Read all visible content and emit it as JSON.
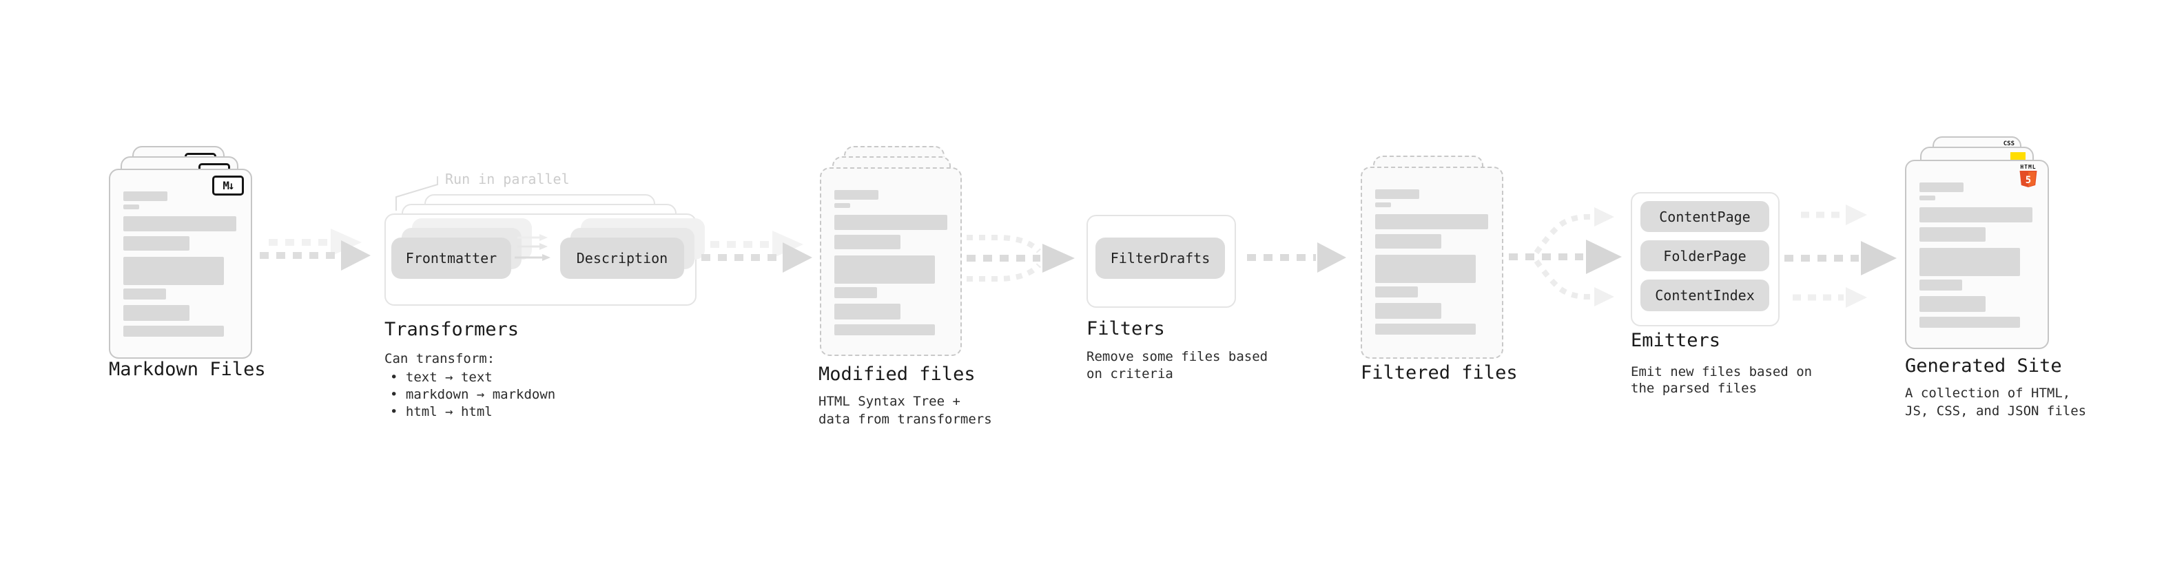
{
  "diagram": {
    "stages": {
      "markdown_files": {
        "title": "Markdown Files"
      },
      "transformers": {
        "title": "Transformers",
        "annotation": "Run in parallel",
        "box1": "Frontmatter",
        "box2": "Description",
        "subtitle": "Can transform:",
        "bullet1": "• text → text",
        "bullet2": "• markdown → markdown",
        "bullet3": "• html → html"
      },
      "modified_files": {
        "title": "Modified files",
        "subtitle": "HTML Syntax Tree +\ndata from transformers"
      },
      "filters": {
        "title": "Filters",
        "box1": "FilterDrafts",
        "subtitle": "Remove some files based\non criteria"
      },
      "filtered_files": {
        "title": "Filtered files"
      },
      "emitters": {
        "title": "Emitters",
        "box1": "ContentPage",
        "box2": "FolderPage",
        "box3": "ContentIndex",
        "subtitle": "Emit new files based on\nthe parsed files"
      },
      "generated_site": {
        "title": "Generated Site",
        "subtitle": "A collection of HTML,\nJS, CSS, and JSON files"
      }
    },
    "icons": {
      "markdown_badge": "M↓",
      "html5_label": "HTML",
      "html5_number": "5",
      "css_label": "CSS"
    },
    "colors": {
      "html5_orange": "#e44d26",
      "html5_orange_light": "#f16529",
      "js_yellow": "#ffdd00",
      "css_blue": "#2862e9",
      "card_border": "#c6c6c6",
      "bar_fill": "#d9d9d9",
      "pill_fill": "#dcdcdc",
      "arrow_gray": "#d8d8d8",
      "arrow_light": "#ededed",
      "annotation_gray": "#cccccc",
      "text_primary": "#1a1a1a"
    }
  }
}
